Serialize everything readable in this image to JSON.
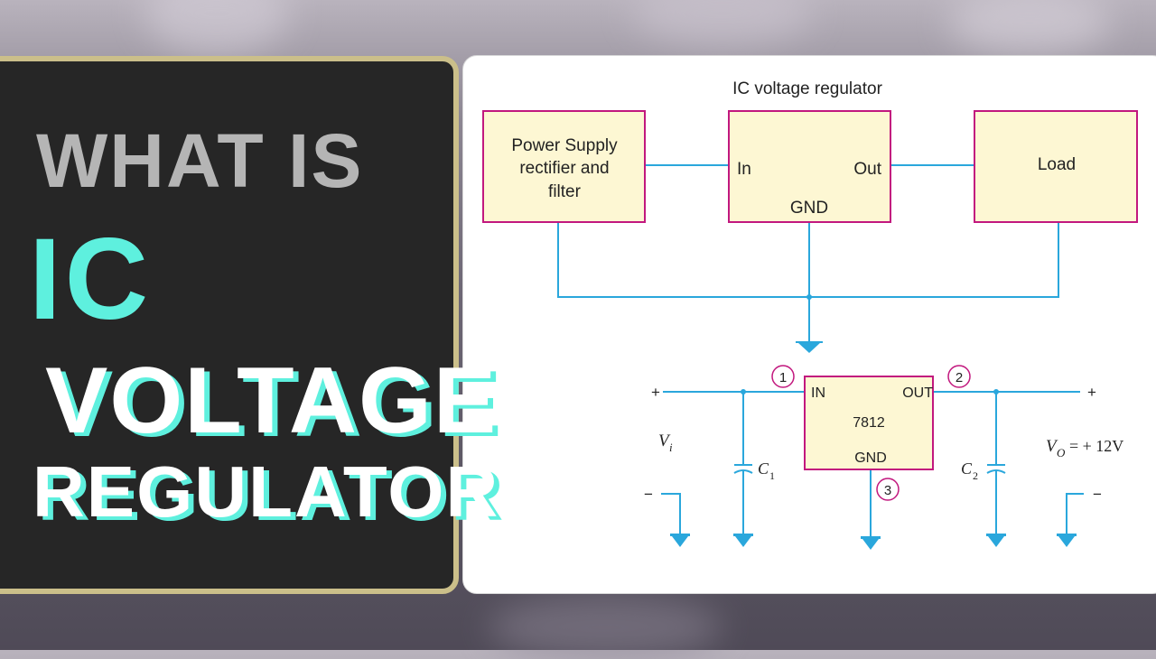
{
  "heading": {
    "line1": "WHAT IS",
    "line2": "IC",
    "line3": "VOLTAGE",
    "line4": "REGULATOR"
  },
  "block_diagram": {
    "caption": "IC voltage regulator",
    "power_supply_line1": "Power Supply",
    "power_supply_line2": "rectifier and",
    "power_supply_line3": "filter",
    "regulator_in": "In",
    "regulator_out": "Out",
    "regulator_gnd": "GND",
    "load": "Load"
  },
  "circuit": {
    "ic_in": "IN",
    "ic_out": "OUT",
    "ic_part": "7812",
    "ic_gnd": "GND",
    "pin1": "1",
    "pin2": "2",
    "pin3": "3",
    "plus_in": "+",
    "plus_out": "+",
    "minus_in": "−",
    "minus_out": "−",
    "vi_main": "V",
    "vi_sub": "i",
    "c1_main": "C",
    "c1_sub": "1",
    "c2_main": "C",
    "c2_sub": "2",
    "vo_main": "V",
    "vo_sub": "O",
    "vo_value": "= + 12V"
  },
  "colors": {
    "accent_cyan": "#5ef0de",
    "box_border": "#c2187e",
    "box_fill": "#fdf7d3",
    "wire": "#2aa7dc"
  }
}
